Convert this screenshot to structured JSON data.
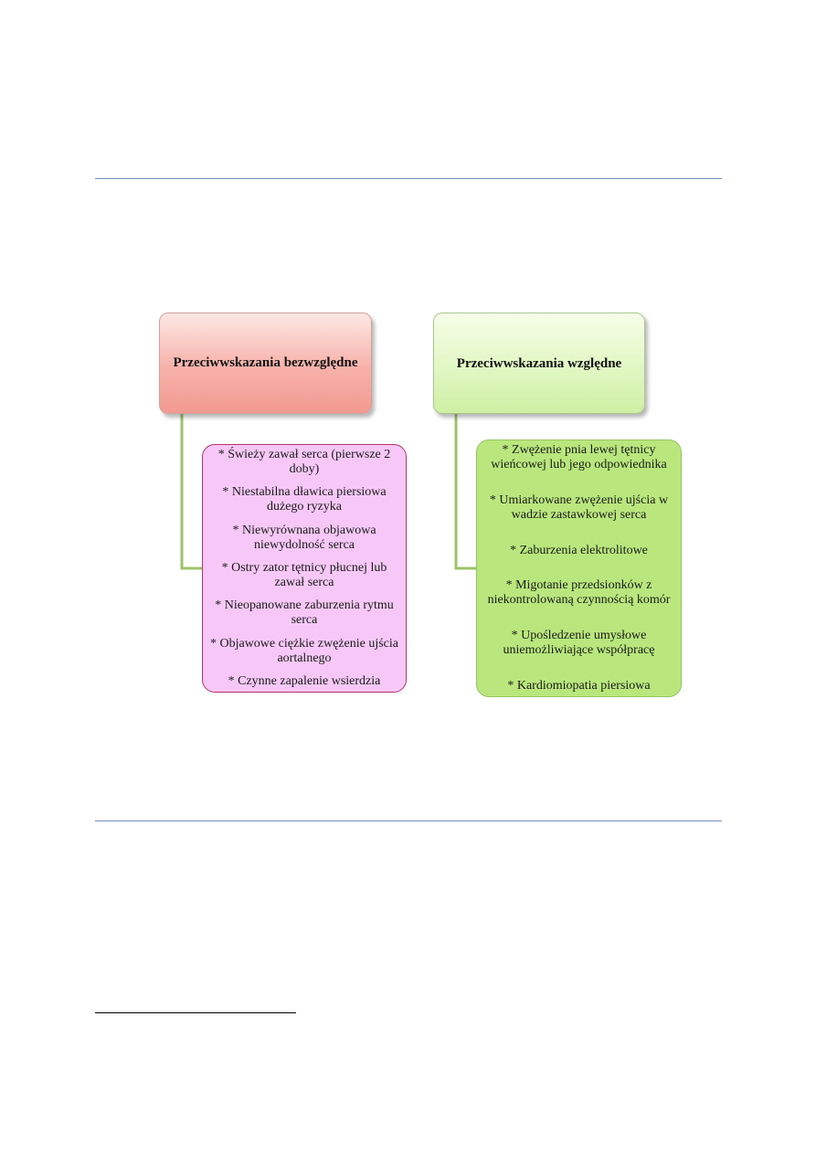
{
  "diagram": {
    "left": {
      "title_line1": "Przeciwwskazania",
      "title_line2": "bezwzględne",
      "items": [
        "* Świeży zawał serca (pierwsze 2 doby)",
        "* Niestabilna dławica piersiowa dużego ryzyka",
        "* Niewyrównana objawowa niewydolność serca",
        "* Ostry zator tętnicy płucnej lub zawał serca",
        "* Nieopanowane zaburzenia rytmu serca",
        "* Objawowe ciężkie zwężenie ujścia aortalnego",
        "* Czynne zapalenie wsierdzia"
      ]
    },
    "right": {
      "title_line1": "Przeciwwskazania",
      "title_line2": "względne",
      "items": [
        "* Zwężenie pnia lewej tętnicy wieńcowej lub jego odpowiednika",
        "* Umiarkowane zwężenie ujścia w wadzie zastawkowej serca",
        "* Zaburzenia elektrolitowe",
        "* Migotanie przedsionków z niekontrolowaną czynnością komór",
        "* Upośledzenie umysłowe uniemożliwiające współpracę",
        "* Kardiomiopatia piersiowa"
      ]
    },
    "colors": {
      "left_header": "#f7b1aa",
      "left_box_fill": "#f7c8f7",
      "left_box_border": "#b3336d",
      "right_header": "#e1f7c3",
      "right_box_fill": "#b9e77d",
      "right_box_border": "#94c362",
      "connector": "#9cc36a",
      "rule": "#6f8db9"
    }
  }
}
